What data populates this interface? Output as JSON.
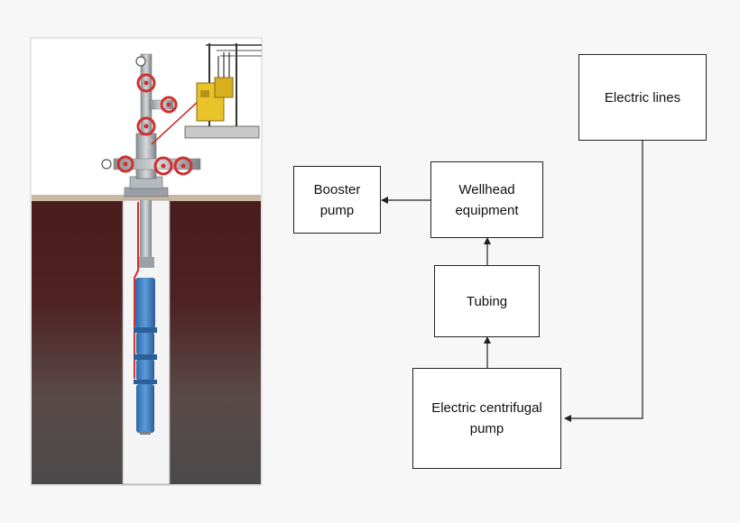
{
  "diagram": {
    "nodes": {
      "electric_lines": {
        "label": "Electric lines"
      },
      "booster_pump": {
        "label_lines": [
          "Booster",
          "pump"
        ]
      },
      "wellhead_equipment": {
        "label_lines": [
          "Wellhead",
          "equipment"
        ]
      },
      "tubing": {
        "label": "Tubing"
      },
      "electric_centrifugal_pump": {
        "label_lines": [
          "Electric centrifugal",
          "pump"
        ]
      }
    },
    "edges": [
      {
        "from": "electric_lines",
        "to": "electric_centrifugal_pump"
      },
      {
        "from": "electric_centrifugal_pump",
        "to": "tubing"
      },
      {
        "from": "tubing",
        "to": "wellhead_equipment"
      },
      {
        "from": "wellhead_equipment",
        "to": "booster_pump"
      }
    ],
    "colors": {
      "line": "#222222",
      "box_border": "#222222",
      "soil_top": "#4a1c1c",
      "soil_bottom": "#4a4a4a",
      "valve_red": "#d0302f",
      "pump_blue": "#3d7fc4",
      "control_yellow": "#e8c32a"
    }
  }
}
